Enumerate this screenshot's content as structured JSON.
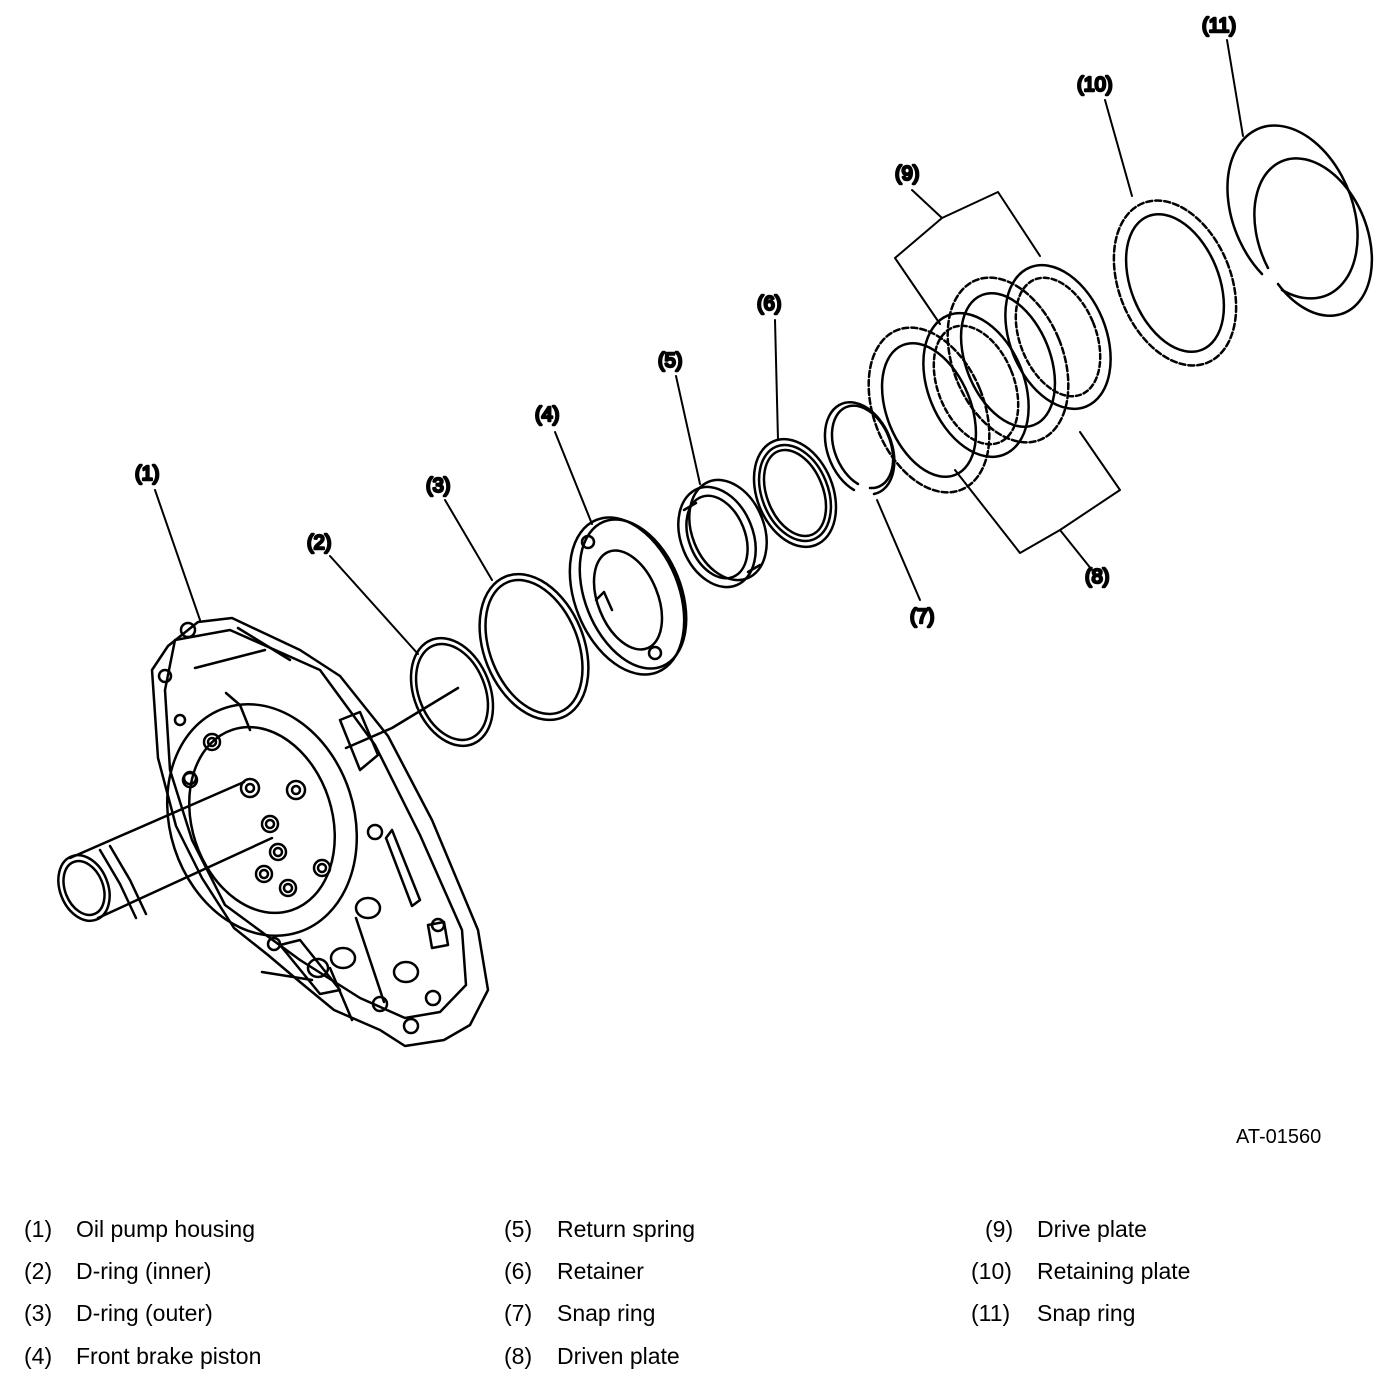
{
  "figure_id": "AT-01560",
  "callouts": [
    "(1)",
    "(2)",
    "(3)",
    "(4)",
    "(5)",
    "(6)",
    "(7)",
    "(8)",
    "(9)",
    "(10)",
    "(11)"
  ],
  "legend": [
    {
      "num": "(1)",
      "name": "Oil pump housing"
    },
    {
      "num": "(2)",
      "name": "D-ring (inner)"
    },
    {
      "num": "(3)",
      "name": "D-ring (outer)"
    },
    {
      "num": "(4)",
      "name": "Front brake piston"
    },
    {
      "num": "(5)",
      "name": "Return spring"
    },
    {
      "num": "(6)",
      "name": "Retainer"
    },
    {
      "num": "(7)",
      "name": "Snap ring"
    },
    {
      "num": "(8)",
      "name": "Driven plate"
    },
    {
      "num": "(9)",
      "name": "Drive plate"
    },
    {
      "num": "(10)",
      "name": "Retaining plate"
    },
    {
      "num": "(11)",
      "name": "Snap ring"
    }
  ]
}
